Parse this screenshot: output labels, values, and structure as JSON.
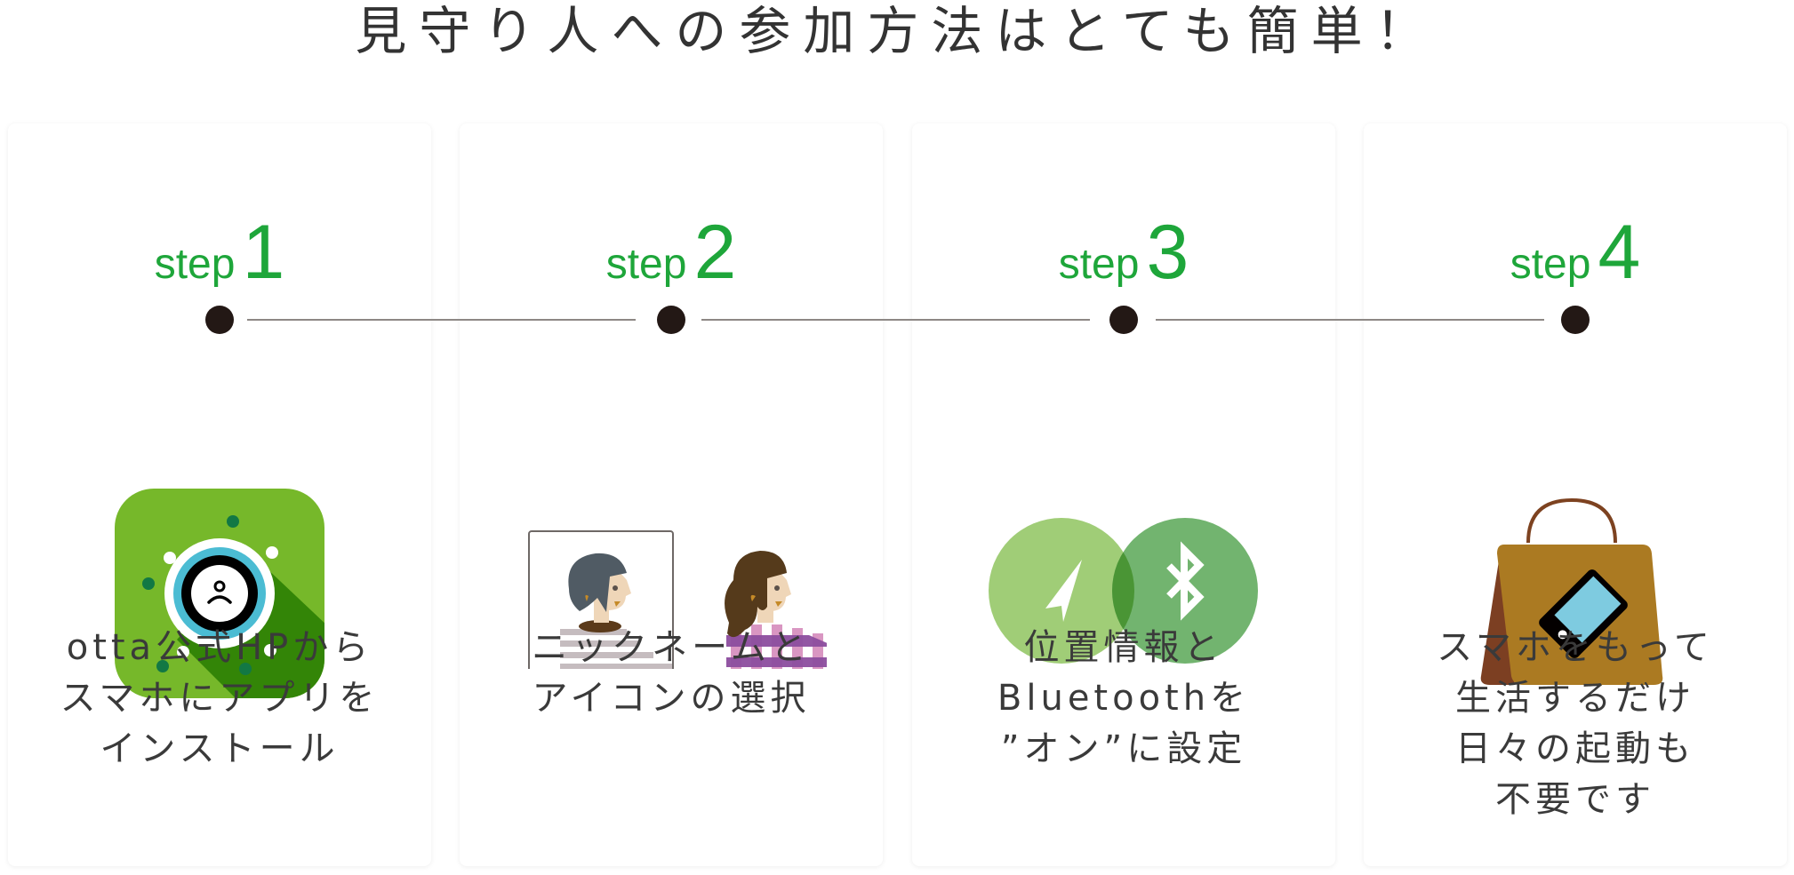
{
  "header": {
    "title": "見守り人への参加方法はとても簡単！"
  },
  "colors": {
    "step_green": "#1ea63a",
    "dot": "#231815",
    "line": "#8d8885",
    "text": "#333333"
  },
  "steps": [
    {
      "word": "step",
      "number": "1",
      "icon": "otta-app-icon",
      "lines": [
        "otta公式HPから",
        "スマホにアプリを",
        "インストール"
      ]
    },
    {
      "word": "step",
      "number": "2",
      "icon": "avatar-selection-icon",
      "lines": [
        "ニックネームと",
        "アイコンの選択"
      ]
    },
    {
      "word": "step",
      "number": "3",
      "icon": "location-bluetooth-icon",
      "lines": [
        "位置情報と",
        "Bluetoothを",
        "”オン”に設定"
      ]
    },
    {
      "word": "step",
      "number": "4",
      "icon": "bag-with-phone-icon",
      "lines": [
        "スマホをもって",
        "生活するだけ",
        "日々の起動も",
        "不要です"
      ]
    }
  ]
}
